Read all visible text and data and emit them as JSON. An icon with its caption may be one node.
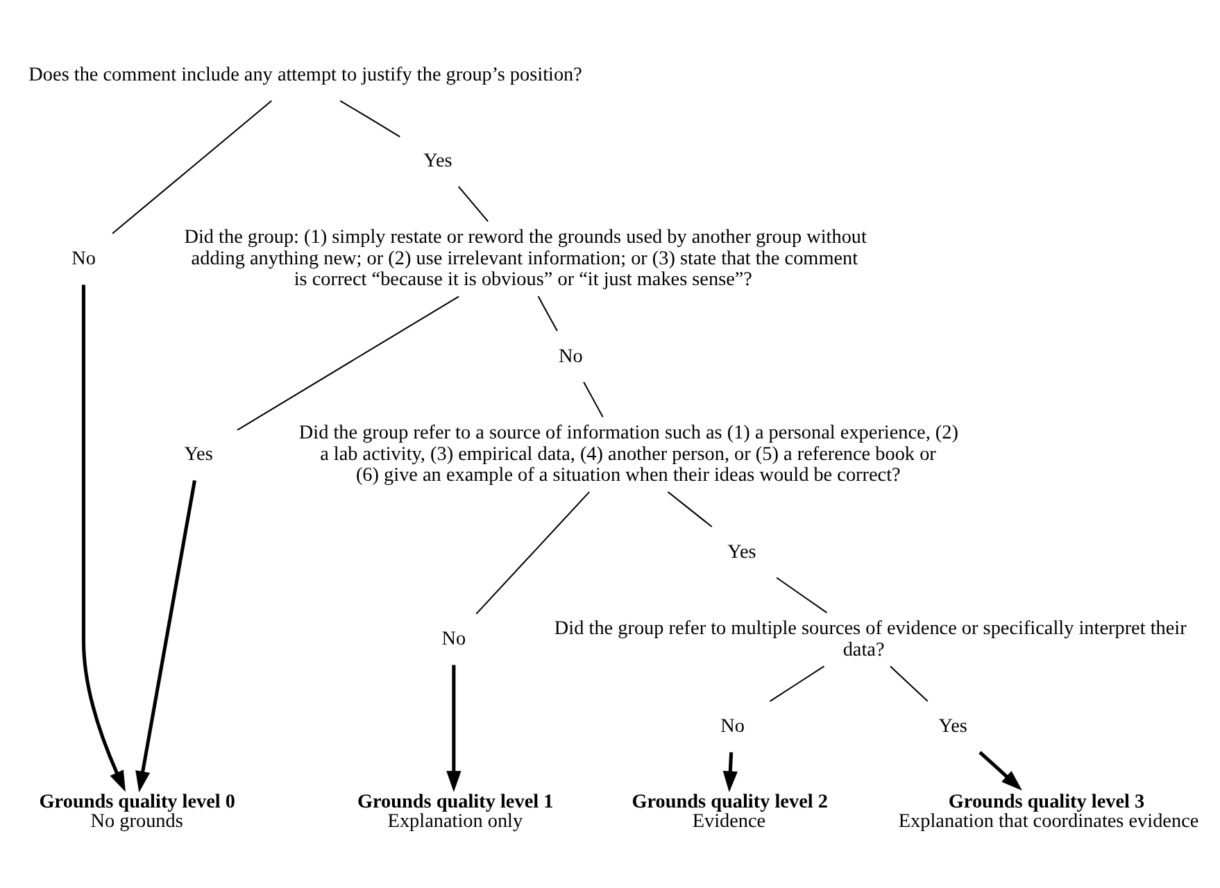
{
  "diagram": {
    "nodes": [
      {
        "text": [
          "Does the comment include any attempt to justify the group’s position?"
        ]
      },
      {
        "text": [
          "No"
        ]
      },
      {
        "text": [
          "Yes"
        ]
      },
      {
        "text": [
          "Did the group: (1) simply restate or reword the grounds used by another group without adding anything new; or (2) use irrelevant information; or (3) state that the comment is correct “because it is obvious” or “it just makes sense”?"
        ]
      },
      {
        "text": [
          "Yes"
        ]
      },
      {
        "text": [
          "No"
        ]
      },
      {
        "text": [
          "Did the group refer to a source of information such as (1) a personal experience, (2) a lab activity, (3) empirical data, (4) another person, or (5) a reference book or (6) give an example of a situation when their ideas would be correct?"
        ]
      },
      {
        "text": [
          "No"
        ]
      },
      {
        "text": [
          "Yes"
        ]
      },
      {
        "text": [
          "Did the group refer to multiple sources of evidence or specifically interpret their data?"
        ]
      },
      {
        "text": [
          "No"
        ]
      },
      {
        "text": [
          "Yes"
        ]
      },
      {
        "text": [
          "Grounds quality level 0",
          "No grounds"
        ]
      },
      {
        "text": [
          "Grounds quality level 1",
          "Explanation only"
        ]
      },
      {
        "text": [
          "Grounds quality level 2",
          "Evidence"
        ]
      },
      {
        "text": [
          "Grounds quality level 3",
          "Explanation that coordinates evidence"
        ]
      }
    ],
    "edges": [
      {
        "from": 0,
        "to": 1,
        "arrow": "none"
      },
      {
        "from": 0,
        "to": 2,
        "arrow": "none"
      },
      {
        "from": 2,
        "to": 3,
        "arrow": "none"
      },
      {
        "from": 3,
        "to": 4,
        "arrow": "none"
      },
      {
        "from": 3,
        "to": 5,
        "arrow": "none"
      },
      {
        "from": 5,
        "to": 6,
        "arrow": "none"
      },
      {
        "from": 6,
        "to": 7,
        "arrow": "none"
      },
      {
        "from": 6,
        "to": 8,
        "arrow": "none"
      },
      {
        "from": 8,
        "to": 9,
        "arrow": "none"
      },
      {
        "from": 9,
        "to": 10,
        "arrow": "none"
      },
      {
        "from": 9,
        "to": 11,
        "arrow": "none"
      },
      {
        "from": 1,
        "to": 12,
        "arrow": "to",
        "style": "thick"
      },
      {
        "from": 4,
        "to": 12,
        "arrow": "to",
        "style": "thick"
      },
      {
        "from": 7,
        "to": 13,
        "arrow": "to",
        "style": "thick"
      },
      {
        "from": 10,
        "to": 14,
        "arrow": "to",
        "style": "thick"
      },
      {
        "from": 11,
        "to": 15,
        "arrow": "to",
        "style": "thick"
      }
    ]
  }
}
